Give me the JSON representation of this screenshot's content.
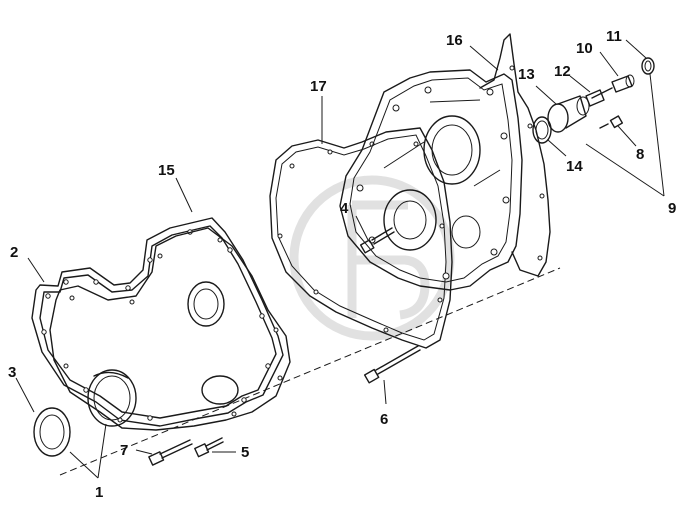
{
  "callouts": {
    "c1": "1",
    "c2": "2",
    "c3": "3",
    "c4": "4",
    "c5": "5",
    "c6": "6",
    "c7": "7",
    "c8": "8",
    "c9": "9",
    "c10": "10",
    "c11": "11",
    "c12": "12",
    "c13": "13",
    "c14": "14",
    "c15": "15",
    "c16": "16",
    "c17": "17"
  },
  "colors": {
    "line": "#1a1a1a",
    "watermark": "#c9c9c9",
    "background": "#ffffff"
  }
}
